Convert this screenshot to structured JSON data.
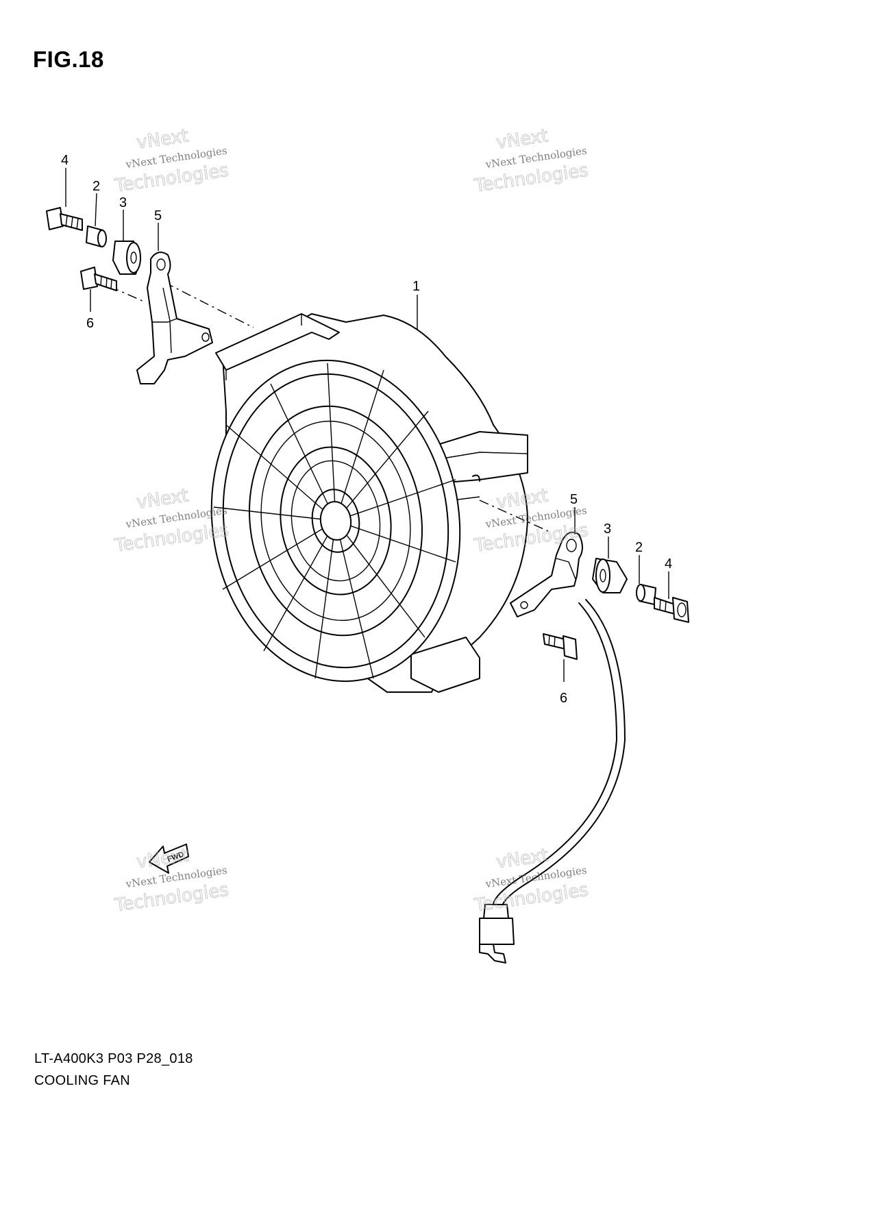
{
  "figure": {
    "title": "FIG.18",
    "code": "LT-A400K3 P03 P28_018",
    "name": "COOLING FAN"
  },
  "callouts": [
    {
      "id": "fan",
      "label": "1"
    },
    {
      "id": "collar-left",
      "label": "2"
    },
    {
      "id": "grommet-left",
      "label": "3"
    },
    {
      "id": "bolt-left",
      "label": "4"
    },
    {
      "id": "bracket-left",
      "label": "5"
    },
    {
      "id": "screw-left",
      "label": "6"
    },
    {
      "id": "collar-right",
      "label": "2"
    },
    {
      "id": "grommet-right",
      "label": "3"
    },
    {
      "id": "bolt-right",
      "label": "4"
    },
    {
      "id": "bracket-right",
      "label": "5"
    },
    {
      "id": "screw-right",
      "label": "6"
    }
  ],
  "fwd_arrow": "FWD",
  "watermark": {
    "line1": "vNext",
    "line2": "vNext Technologies",
    "line3": "Technologies"
  }
}
